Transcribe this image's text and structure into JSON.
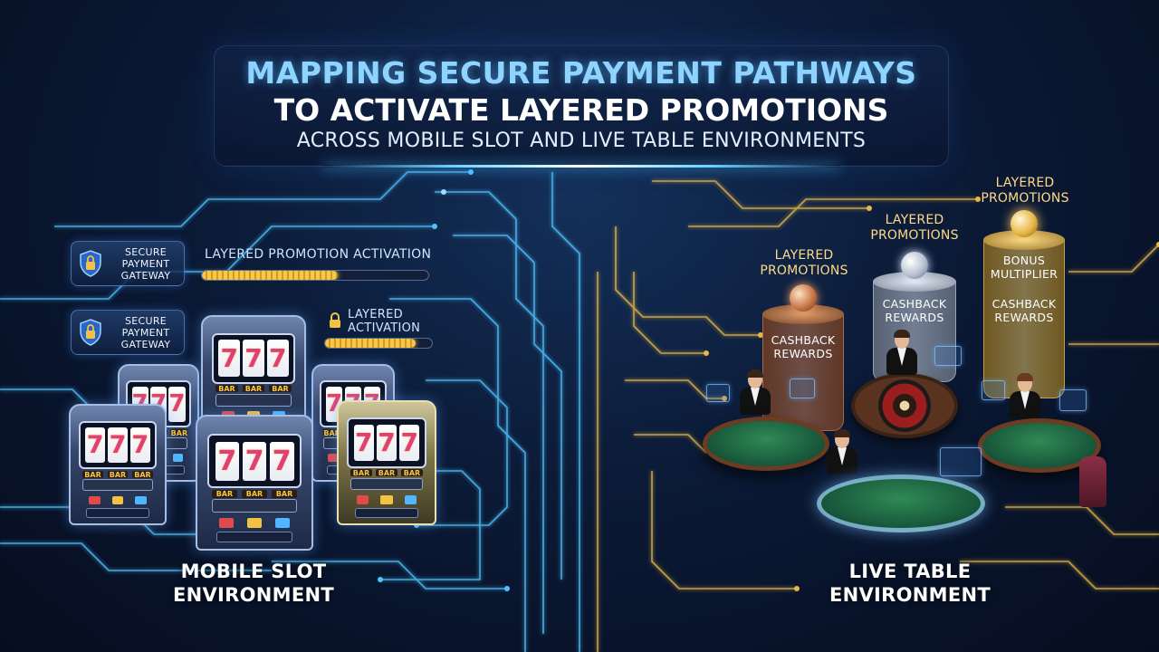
{
  "title": {
    "line1": "MAPPING SECURE PAYMENT PATHWAYS",
    "line2": "TO ACTIVATE LAYERED PROMOTIONS",
    "line3": "ACROSS MOBILE SLOT AND LIVE TABLE ENVIRONMENTS"
  },
  "left": {
    "gateways": [
      {
        "line1": "SECURE",
        "line2": "PAYMENT",
        "line3": "GATEWAY"
      },
      {
        "line1": "SECURE",
        "line2": "PAYMENT",
        "line3": "GATEWAY"
      }
    ],
    "promo_activation_label": "LAYERED PROMOTION ACTIVATION",
    "promo_activation_progress": 0.6,
    "layered_activation_label_1": "LAYERED",
    "layered_activation_label_2": "ACTIVATION",
    "layered_activation_progress": 0.85,
    "section_label_1": "MOBILE SLOT",
    "section_label_2": "ENVIRONMENT",
    "reel_symbol": "7",
    "bar_text": "BAR"
  },
  "right": {
    "promotions": [
      {
        "label_1": "LAYERED",
        "label_2": "PROMOTIONS",
        "text_1": "CASHBACK",
        "text_2": "REWARDS"
      },
      {
        "label_1": "LAYERED",
        "label_2": "PROMOTIONS",
        "text_1": "CASHBACK",
        "text_2": "REWARDS"
      },
      {
        "label_1": "LAYERED",
        "label_2": "PROMOTIONS",
        "text_1": "BONUS",
        "text_2": "MULTIPLIER",
        "text_3": "CASHBACK",
        "text_4": "REWARDS"
      }
    ],
    "section_label_1": "LIVE TABLE",
    "section_label_2": "ENVIRONMENT"
  },
  "colors": {
    "background": "#0b1a36",
    "circuit_blue": "#4fc3ff",
    "circuit_gold": "#e8b847",
    "title_accent": "#8ed4ff"
  },
  "icons": [
    "shield-lock-icon",
    "padlock-icon"
  ]
}
